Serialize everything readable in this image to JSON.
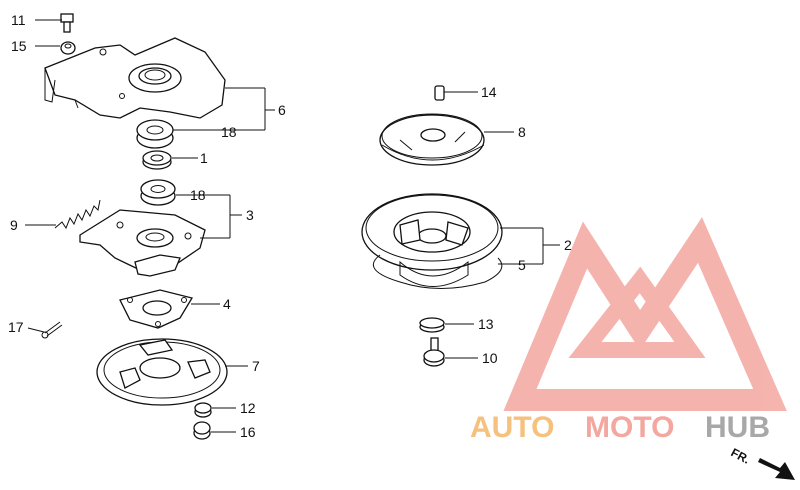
{
  "callouts": {
    "c1": "1",
    "c2": "2",
    "c3": "3",
    "c4": "4",
    "c5": "5",
    "c6": "6",
    "c7": "7",
    "c8": "8",
    "c9": "9",
    "c10": "10",
    "c11": "11",
    "c12": "12",
    "c13": "13",
    "c14": "14",
    "c15": "15",
    "c16": "16",
    "c17": "17",
    "c18a": "18",
    "c18b": "18"
  },
  "watermark": {
    "part1": "AUTO",
    "part2": "MOTO",
    "part3": "HUB"
  },
  "direction": {
    "label": "FR."
  },
  "colors": {
    "watermark_red": "#f3a79f",
    "watermark_orange": "#f6c17c",
    "watermark_gray": "#a8a8a8"
  }
}
